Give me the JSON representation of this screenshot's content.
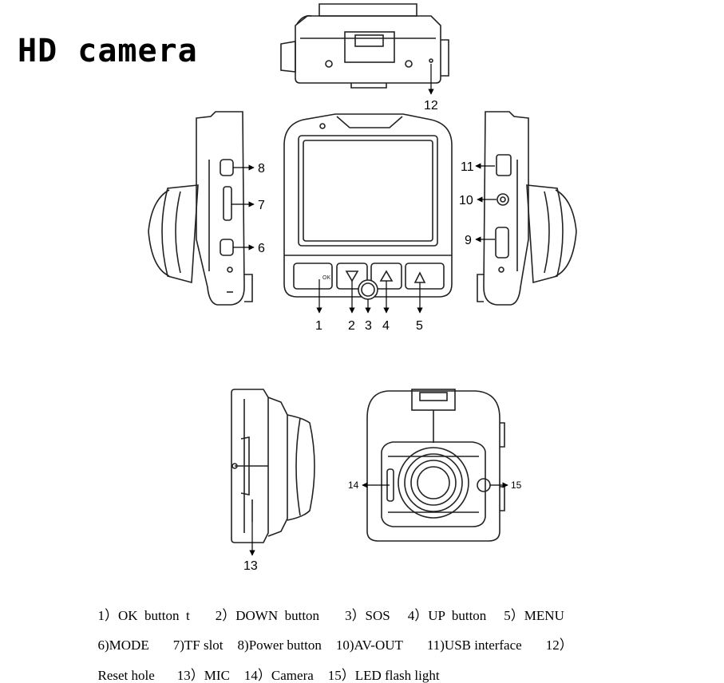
{
  "title": "HD camera",
  "callouts": {
    "c1": "1",
    "c2": "2",
    "c3": "3",
    "c4": "4",
    "c5": "5",
    "c6": "6",
    "c7": "7",
    "c8": "8",
    "c9": "9",
    "c10": "10",
    "c11": "11",
    "c12": "12",
    "c13": "13",
    "c14": "14",
    "c15": "15"
  },
  "button_labels": {
    "ok": "OK"
  },
  "legend": {
    "line1": [
      "1）OK  button  t",
      "2）DOWN  button",
      "3）SOS",
      "4）UP  button",
      "5）MENU"
    ],
    "line2": [
      "6)MODE",
      "7)TF slot",
      "8)Power button",
      "10)AV-OUT",
      "11)USB interface",
      "12）"
    ],
    "line3": [
      "Reset hole",
      "13）MIC",
      "14）Camera",
      "15）LED flash light"
    ]
  }
}
